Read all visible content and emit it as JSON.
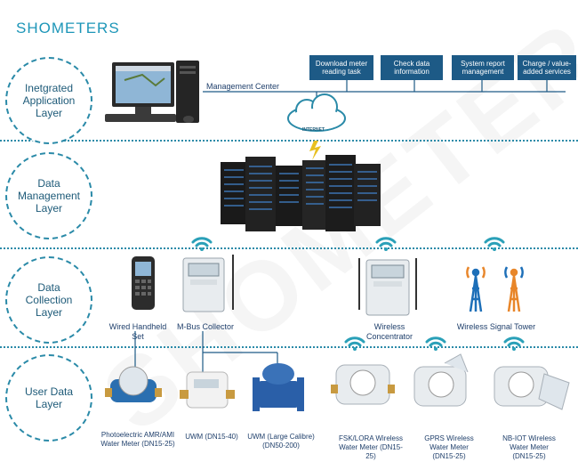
{
  "logo": "SHOMETERS",
  "watermark": "SHOMETER",
  "layers": [
    "Inetgrated Application Layer",
    "Data Management Layer",
    "Data Collection Layer",
    "User Data Layer"
  ],
  "management_center": "Management Center",
  "services": [
    "Download meter reading task",
    "Check data information",
    "System report management",
    "Charge / value-added services"
  ],
  "cloud_label": "INTERNET",
  "collection": {
    "handheld": "Wired Handheld Set",
    "mbus": "M-Bus Collector",
    "concentrator": "Wireless Concentrator",
    "tower": "Wireless Signal Tower"
  },
  "meters": [
    "Photoelectric AMR/AMI Water Meter (DN15-25)",
    "UWM (DN15-40)",
    "UWM (Large Calibre) (DN50-200)",
    "FSK/LORA Wireless Water Meter (DN15-25)",
    "GPRS Wireless Water Meter (DN15-25)",
    "NB-IOT Wireless Water Meter (DN15-25)"
  ],
  "colors": {
    "accent": "#2a8aa8",
    "service_box": "#1d5a86",
    "tower_orange": "#e8862a",
    "tower_blue": "#1d6fb8"
  }
}
